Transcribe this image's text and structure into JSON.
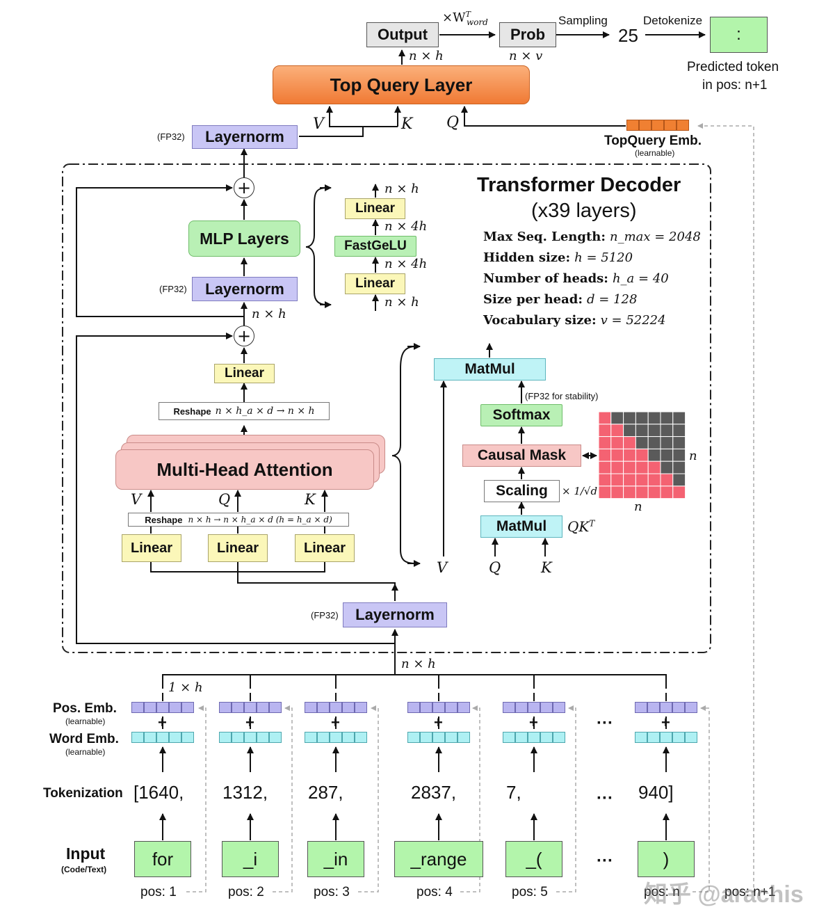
{
  "top": {
    "output": "Output",
    "prob": "Prob",
    "wword": "×W",
    "wword_sup": "T",
    "wword_sub": "word",
    "sampling": "Sampling",
    "sampled_value": "25",
    "detokenize": "Detokenize",
    "predicted_char": ":",
    "predicted_line1": "Predicted token",
    "predicted_line2": "in pos: n+1",
    "out_dim": "n × h",
    "prob_dim": "n × v",
    "top_query_layer": "Top Query Layer",
    "v": "V",
    "k": "K",
    "q": "Q",
    "layernorm": "Layernorm",
    "fp32": "(FP32)",
    "topquery_emb": "TopQuery Emb.",
    "learnable": "(learnable)"
  },
  "decoder": {
    "title": "Transformer Decoder",
    "layers": "(x39 layers)",
    "stats": [
      {
        "label": "Max Seq. Length:",
        "value": "n_max = 2048"
      },
      {
        "label": "Hidden size:",
        "value": "h = 5120"
      },
      {
        "label": "Number of heads:",
        "value": "h_a = 40"
      },
      {
        "label": "Size per head:",
        "value": "d = 128"
      },
      {
        "label": "Vocabulary size:",
        "value": "v = 52224"
      }
    ],
    "mlp_layers": "MLP Layers",
    "layernorm": "Layernorm",
    "fp32": "(FP32)",
    "linear": "Linear",
    "fastgelu": "FastGeLU",
    "dim_nh": "n × h",
    "dim_n4h": "n × 4h",
    "reshape": "Reshape",
    "reshape_top_formula": "n × h_a × d → n × h",
    "reshape_bottom_formula": "n × h → n × h_a × d (h = h_a × d)",
    "mha": "Multi-Head Attention",
    "v": "V",
    "q": "Q",
    "k": "K",
    "matmul": "MatMul",
    "fp32_stability": "(FP32 for stability)",
    "softmax": "Softmax",
    "causal_mask": "Causal Mask",
    "scaling": "Scaling",
    "scale_factor": "× 1/√d",
    "qkt": "QK",
    "qkt_sup": "T",
    "n": "n"
  },
  "bottom": {
    "dim_nh": "n × h",
    "dim_1h": "1 × h",
    "pos_emb": "Pos. Emb.",
    "word_emb": "Word Emb.",
    "learnable": "(learnable)",
    "tokenization": "Tokenization",
    "input": "Input",
    "input_sub": "(Code/Text)",
    "plus": "+",
    "ellipsis": "···",
    "tokens": [
      {
        "id": "[1640,",
        "text": "for",
        "pos": "pos: 1"
      },
      {
        "id": "1312,",
        "text": "_i",
        "pos": "pos: 2"
      },
      {
        "id": "287,",
        "text": "_in",
        "pos": "pos: 3"
      },
      {
        "id": "2837,",
        "text": "_range",
        "pos": "pos: 4"
      },
      {
        "id": "7,",
        "text": "_(",
        "pos": "pos: 5"
      },
      {
        "id": "940]",
        "text": ")",
        "pos": "pos: n"
      }
    ],
    "pos_last": "pos: n+1",
    "watermark": "知乎 @arachis"
  }
}
